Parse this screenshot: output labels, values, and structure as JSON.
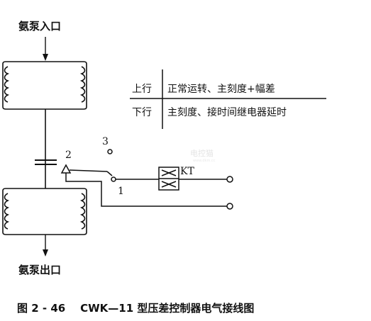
{
  "diagram": {
    "inlet_label": "氨泵入口",
    "outlet_label": "氨泵出口",
    "contact_labels": [
      "2",
      "3",
      "1"
    ],
    "relay_label": "KT",
    "table": {
      "rows": [
        {
          "key": "上行",
          "value": "正常运转、主刻度+幅差"
        },
        {
          "key": "下行",
          "value": "主刻度、接时间继电器延时"
        }
      ]
    },
    "watermark": "电控猫",
    "watermark_small": "www.dkm.cc",
    "caption": "图 2 - 46    CWK—11 型压差控制器电气接线图"
  },
  "colors": {
    "line": "#111111",
    "background": "#ffffff",
    "watermark": "#e4e4e4"
  }
}
